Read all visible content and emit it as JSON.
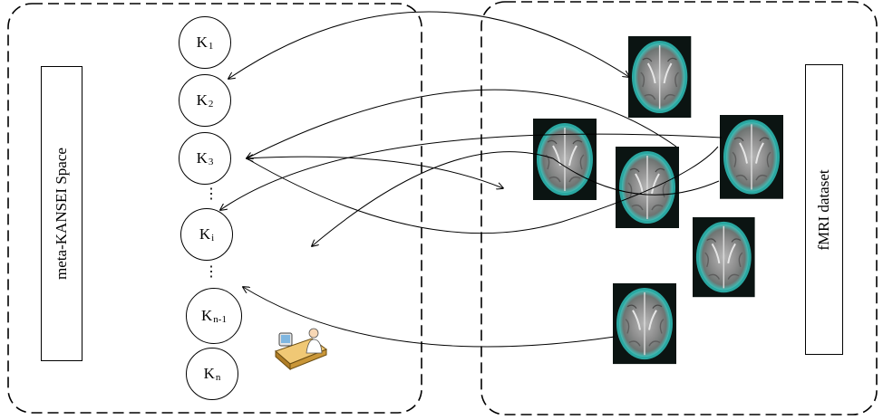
{
  "left_panel": {
    "label": "meta-KANSEI Space"
  },
  "right_panel": {
    "label": "fMRI dataset"
  },
  "kansei_nodes": [
    {
      "base": "K",
      "sub": "1"
    },
    {
      "base": "K",
      "sub": "2"
    },
    {
      "base": "K",
      "sub": "3"
    },
    {
      "base": "K",
      "sub": "i"
    },
    {
      "base": "K",
      "sub": "n-1"
    },
    {
      "base": "K",
      "sub": "n"
    }
  ],
  "ellipsis": "⋮",
  "icons": {
    "user": "person-at-desk-icon",
    "scan": "brain-mri-icon"
  },
  "colors": {
    "line": "#000000",
    "scan_bg": "#0b1412",
    "scan_tissue": "#8f8f8f",
    "scan_rim": "#38c7c0"
  }
}
